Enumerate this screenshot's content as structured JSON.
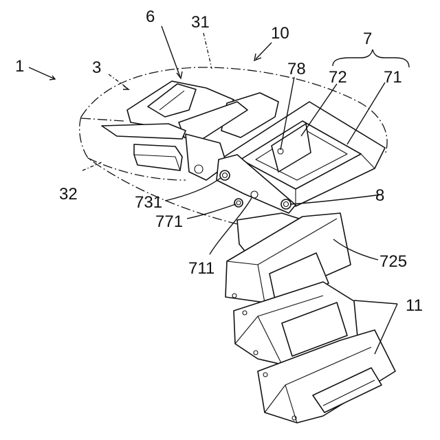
{
  "labels": {
    "assembly": "1",
    "part_3": "3",
    "part_6": "6",
    "part_31": "31",
    "part_10": "10",
    "part_7": "7",
    "part_78": "78",
    "part_72": "72",
    "part_71": "71",
    "part_32": "32",
    "part_731": "731",
    "part_771": "771",
    "part_711": "711",
    "part_8": "8",
    "part_725": "725",
    "part_11": "11"
  }
}
